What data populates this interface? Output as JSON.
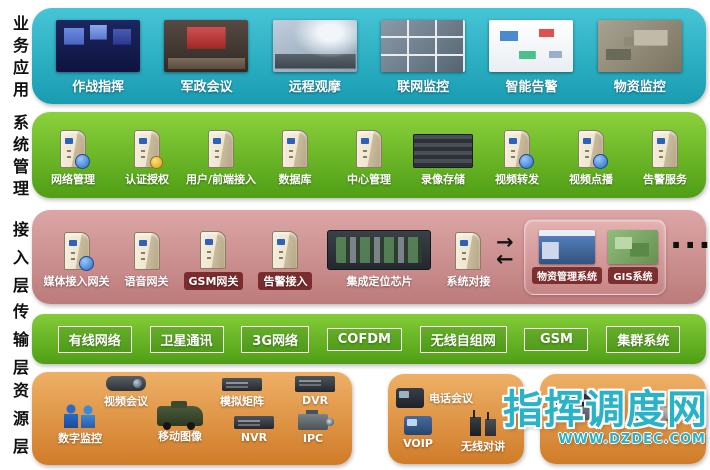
{
  "colors": {
    "app_layer": "#2ab7ca",
    "sys_layer": "#6fc22f",
    "access_layer": "#cf8f8f",
    "transport_layer": "#6fc22f",
    "resource_layer": "#e39a48",
    "watermark": "#29b3c8"
  },
  "side_labels": {
    "app": "业务应用",
    "sys": "系统管理",
    "access": "接入层",
    "transport": "传输层",
    "resource": "资源层"
  },
  "app_layer": {
    "items": [
      {
        "label": "作战指挥",
        "icon": "command-center-photo"
      },
      {
        "label": "军政会议",
        "icon": "conference-room-photo"
      },
      {
        "label": "远程观摩",
        "icon": "remote-viewing-photo"
      },
      {
        "label": "联网监控",
        "icon": "network-monitoring-photo"
      },
      {
        "label": "智能告警",
        "icon": "smart-alarm-diagram-photo"
      },
      {
        "label": "物资监控",
        "icon": "material-monitoring-photo"
      }
    ]
  },
  "sys_layer": {
    "items": [
      {
        "label": "网络管理",
        "icon": "server-tower"
      },
      {
        "label": "认证授权",
        "icon": "server-tower"
      },
      {
        "label": "用户/前端接入",
        "icon": "server-tower"
      },
      {
        "label": "数据库",
        "icon": "server-tower"
      },
      {
        "label": "中心管理",
        "icon": "server-tower"
      },
      {
        "label": "录像存储",
        "icon": "storage-rack"
      },
      {
        "label": "视频转发",
        "icon": "server-tower"
      },
      {
        "label": "视频点播",
        "icon": "server-tower"
      },
      {
        "label": "告警服务",
        "icon": "server-tower"
      }
    ]
  },
  "access_layer": {
    "items": [
      {
        "label": "媒体接入网关",
        "icon": "server-tower"
      },
      {
        "label": "语音网关",
        "icon": "server-tower"
      },
      {
        "label": "GSM网关",
        "icon": "server-tower"
      },
      {
        "label": "告警接入",
        "icon": "server-tower"
      },
      {
        "label": "集成定位芯片",
        "icon": "positioning-chip-board"
      },
      {
        "label": "系统对接",
        "icon": "server-tower"
      }
    ],
    "external_systems": {
      "items": [
        {
          "label": "物资管理系统",
          "icon": "software-screenshot"
        },
        {
          "label": "GIS系统",
          "icon": "gis-map-screenshot"
        }
      ]
    },
    "ellipsis": "..."
  },
  "transport_layer": {
    "items": [
      {
        "label": "有线网络"
      },
      {
        "label": "卫星通讯"
      },
      {
        "label": "3G网络"
      },
      {
        "label": "COFDM"
      },
      {
        "label": "无线自组网"
      },
      {
        "label": "GSM"
      },
      {
        "label": "集群系统"
      }
    ]
  },
  "resource_layer": {
    "video_group": {
      "items": [
        {
          "label": "视频会议",
          "icon": "projector"
        },
        {
          "label": "数字监控",
          "icon": "blue-figures"
        },
        {
          "label": "移动图像",
          "icon": "armored-vehicle"
        },
        {
          "label": "模拟矩阵",
          "icon": "matrix-device"
        },
        {
          "label": "NVR",
          "icon": "nvr-device"
        },
        {
          "label": "DVR",
          "icon": "dvr-device"
        },
        {
          "label": "IPC",
          "icon": "ip-camera"
        }
      ]
    },
    "voice_group": {
      "items": [
        {
          "label": "电话会议",
          "icon": "desk-phone"
        },
        {
          "label": "VOIP",
          "icon": "voip-phone"
        },
        {
          "label": "无线对讲",
          "icon": "walkie-talkies"
        }
      ]
    },
    "dispatch_group": {
      "icons": [
        "dispatch-console",
        "command-vehicle"
      ]
    }
  },
  "watermark": {
    "text": "指挥调度网",
    "subtext": "WWW.DZDEC.COM"
  }
}
